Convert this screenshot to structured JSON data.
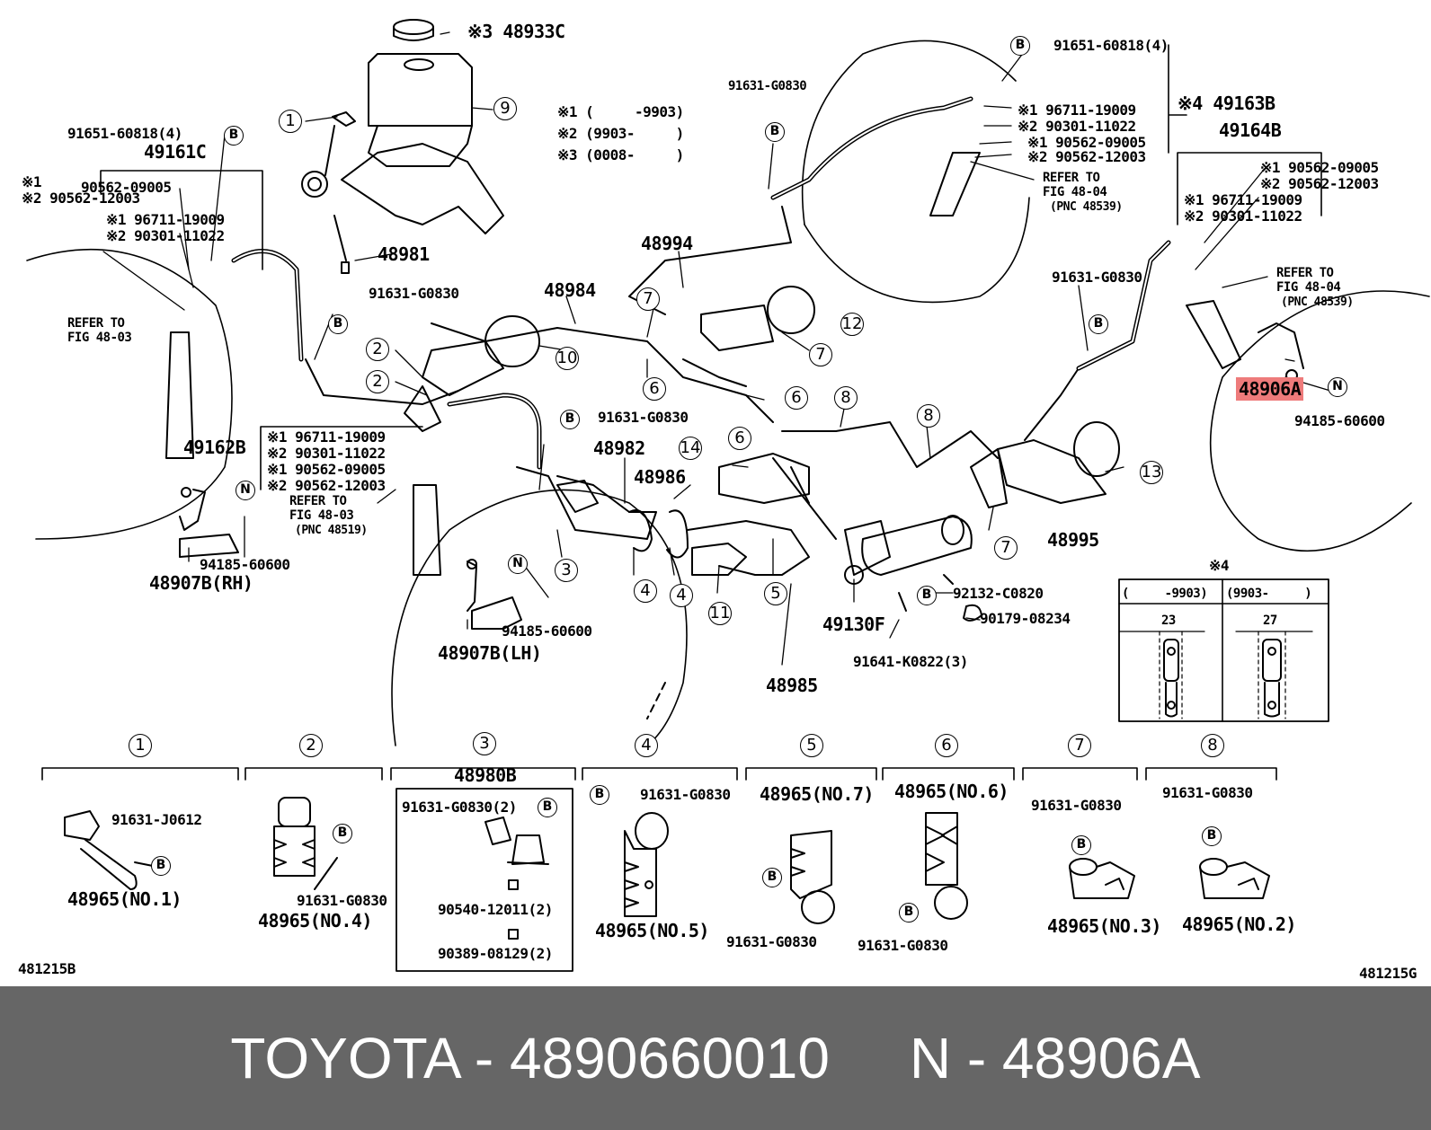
{
  "labels": [
    {
      "id": "l1",
      "text": "※3 48933C"
    },
    {
      "id": "l2",
      "text": "91651-60818(4)"
    },
    {
      "id": "l3",
      "text": "91631-G0830"
    },
    {
      "id": "l4",
      "text": "※1 (     -9903)"
    },
    {
      "id": "l5",
      "text": "※2 (9903-     )"
    },
    {
      "id": "l6",
      "text": "※3 (0008-     )"
    },
    {
      "id": "l7",
      "text": "※1 96711-19009"
    },
    {
      "id": "l8",
      "text": "※2 90301-11022"
    },
    {
      "id": "l9",
      "text": "※4 49163B"
    },
    {
      "id": "l10",
      "text": "※1 90562-09005"
    },
    {
      "id": "l11",
      "text": "※2 90562-12003"
    },
    {
      "id": "l12",
      "text": "REFER TO\nFIG 48-04"
    },
    {
      "id": "l13",
      "text": "(PNC 48539)"
    },
    {
      "id": "l14",
      "text": "49164B"
    },
    {
      "id": "l15",
      "text": "※1 90562-09005\n※2 90562-12003"
    },
    {
      "id": "l16",
      "text": "※1 96711-19009\n※2 90301-11022"
    },
    {
      "id": "l17",
      "text": "91651-60818(4)"
    },
    {
      "id": "l18",
      "text": "49161C"
    },
    {
      "id": "l19",
      "text": "※1\n※2 90562-12003"
    },
    {
      "id": "l20",
      "text": "90562-09005"
    },
    {
      "id": "l21",
      "text": "※1 96711-19009\n※2 90301-11022"
    },
    {
      "id": "l22",
      "text": "48981"
    },
    {
      "id": "l23",
      "text": "48994"
    },
    {
      "id": "l24",
      "text": "48984"
    },
    {
      "id": "l25",
      "text": "91631-G0830"
    },
    {
      "id": "l26",
      "text": "91631-G0830"
    },
    {
      "id": "l27",
      "text": "REFER TO\nFIG 48-03"
    },
    {
      "id": "l28",
      "text": "REFER TO\nFIG 48-04"
    },
    {
      "id": "l29",
      "text": "(PNC 48539)"
    },
    {
      "id": "l30",
      "text": "48906A",
      "hl": true
    },
    {
      "id": "l31",
      "text": "94185-60600"
    },
    {
      "id": "l32",
      "text": "91631-G0830"
    },
    {
      "id": "l33",
      "text": "48982"
    },
    {
      "id": "l34",
      "text": "48986"
    },
    {
      "id": "l35",
      "text": "49162B"
    },
    {
      "id": "l36",
      "text": "※1 96711-19009\n※2 90301-11022"
    },
    {
      "id": "l37",
      "text": "※1 90562-09005\n※2 90562-12003"
    },
    {
      "id": "l38",
      "text": "REFER TO\nFIG 48-03"
    },
    {
      "id": "l39",
      "text": "(PNC 48519)"
    },
    {
      "id": "l40",
      "text": "94185-60600"
    },
    {
      "id": "l41",
      "text": "48907B(RH)"
    },
    {
      "id": "l42",
      "text": "94185-60600"
    },
    {
      "id": "l43",
      "text": "48907B(LH)"
    },
    {
      "id": "l44",
      "text": "48995"
    },
    {
      "id": "l45",
      "text": "92132-C0820"
    },
    {
      "id": "l46",
      "text": "90179-08234"
    },
    {
      "id": "l47",
      "text": "49130F"
    },
    {
      "id": "l48",
      "text": "91641-K0822(3)"
    },
    {
      "id": "l49",
      "text": "48985"
    },
    {
      "id": "l50",
      "text": "※4"
    },
    {
      "id": "l51",
      "text": "(     -9903)"
    },
    {
      "id": "l52",
      "text": "(9903-     )"
    },
    {
      "id": "l53",
      "text": "23"
    },
    {
      "id": "l54",
      "text": "27"
    },
    {
      "id": "l55",
      "text": "48980B"
    },
    {
      "id": "l56",
      "text": "91631-J0612"
    },
    {
      "id": "l57",
      "text": "48965(NO.1)"
    },
    {
      "id": "l58",
      "text": "91631-G0830"
    },
    {
      "id": "l59",
      "text": "48965(NO.4)"
    },
    {
      "id": "l60",
      "text": "91631-G0830(2)"
    },
    {
      "id": "l61",
      "text": "90540-12011(2)"
    },
    {
      "id": "l62",
      "text": "90389-08129(2)"
    },
    {
      "id": "l63",
      "text": "91631-G0830"
    },
    {
      "id": "l64",
      "text": "48965(NO.5)"
    },
    {
      "id": "l65",
      "text": "48965(NO.7)"
    },
    {
      "id": "l66",
      "text": "91631-G0830"
    },
    {
      "id": "l67",
      "text": "48965(NO.6)"
    },
    {
      "id": "l68",
      "text": "91631-G0830"
    },
    {
      "id": "l69",
      "text": "91631-G0830"
    },
    {
      "id": "l70",
      "text": "48965(NO.3)"
    },
    {
      "id": "l71",
      "text": "91631-G0830"
    },
    {
      "id": "l72",
      "text": "48965(NO.2)"
    },
    {
      "id": "l73",
      "text": "481215B"
    },
    {
      "id": "l74",
      "text": "481215G"
    }
  ],
  "markers": [
    {
      "id": "m1",
      "text": "B"
    },
    {
      "id": "m2",
      "text": "B"
    },
    {
      "id": "m3",
      "text": "B"
    },
    {
      "id": "m4",
      "text": "B"
    },
    {
      "id": "m5",
      "text": "B"
    },
    {
      "id": "m6",
      "text": "B"
    },
    {
      "id": "m7",
      "text": "N"
    },
    {
      "id": "m8",
      "text": "N"
    },
    {
      "id": "m9",
      "text": "N"
    },
    {
      "id": "m10",
      "text": "B"
    },
    {
      "id": "m11",
      "text": "B"
    },
    {
      "id": "m12",
      "text": "B"
    },
    {
      "id": "m13",
      "text": "B"
    },
    {
      "id": "m14",
      "text": "B"
    },
    {
      "id": "m15",
      "text": "B"
    },
    {
      "id": "m16",
      "text": "B"
    },
    {
      "id": "m17",
      "text": "B"
    },
    {
      "id": "m18",
      "text": "B"
    },
    {
      "id": "m19",
      "text": "B"
    }
  ],
  "callouts": [
    {
      "id": "c1",
      "text": "1"
    },
    {
      "id": "c2",
      "text": "9"
    },
    {
      "id": "c3",
      "text": "2"
    },
    {
      "id": "c4",
      "text": "2"
    },
    {
      "id": "c5",
      "text": "10"
    },
    {
      "id": "c6",
      "text": "7"
    },
    {
      "id": "c7",
      "text": "12"
    },
    {
      "id": "c8",
      "text": "7"
    },
    {
      "id": "c9",
      "text": "6"
    },
    {
      "id": "c10",
      "text": "6"
    },
    {
      "id": "c11",
      "text": "6"
    },
    {
      "id": "c12",
      "text": "8"
    },
    {
      "id": "c13",
      "text": "8"
    },
    {
      "id": "c14",
      "text": "14"
    },
    {
      "id": "c15",
      "text": "13"
    },
    {
      "id": "c16",
      "text": "7"
    },
    {
      "id": "c17",
      "text": "3"
    },
    {
      "id": "c18",
      "text": "4"
    },
    {
      "id": "c19",
      "text": "4"
    },
    {
      "id": "c20",
      "text": "11"
    },
    {
      "id": "c21",
      "text": "5"
    },
    {
      "id": "s1",
      "text": "1"
    },
    {
      "id": "s2",
      "text": "2"
    },
    {
      "id": "s3",
      "text": "3"
    },
    {
      "id": "s4",
      "text": "4"
    },
    {
      "id": "s5",
      "text": "5"
    },
    {
      "id": "s6",
      "text": "6"
    },
    {
      "id": "s7",
      "text": "7"
    },
    {
      "id": "s8",
      "text": "8"
    }
  ],
  "footer": {
    "text": "TOYOTA - 4890660010     N - 48906A"
  }
}
